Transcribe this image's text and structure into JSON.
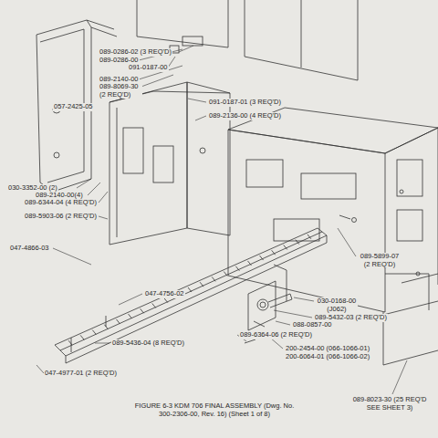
{
  "diagram": {
    "caption": "FIGURE 6-3 KDM 706 FINAL ASSEMBLY (Dwg. No. 300-2306-00, Rev. 16) (Sheet 1 of 8)",
    "labels": [
      "089-0286-02 (3 REQ'D)",
      "089-0286-00",
      "091-0187-00",
      "089-2140-00",
      "089-8069-30 (2 REQ'D)",
      "057-2425-05",
      "091-0187-01 (3 REQ'D)",
      "089-2136-00 (4 REQ'D)",
      "030-3352-00 (2)",
      "089-2140-00(4)",
      "089-6344-04 (4 REQ'D)",
      "089-5903-06 (2 REQ'D)",
      "047-4866-03",
      "047-4756-02",
      "089-5436-04 (8 REQ'D)",
      "047-4977-01 (2 REQ'D)",
      "089-5899-07 (2 REQ'D)",
      "030-0168-00 (J062)",
      "089-5432-03 (2 REQ'D)",
      "088-0857-00",
      "089-6364-06 (2 REQ'D)",
      "200-2454-00 (066-1066-01)",
      "200-6064-01 (066-1066-02)",
      "089-8023-30 (25 REQ'D SEE SHEET 3)"
    ]
  }
}
